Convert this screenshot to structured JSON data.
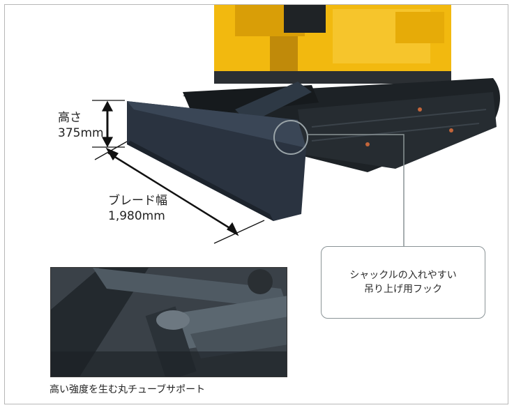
{
  "height_label": {
    "line1": "高さ",
    "line2": "375mm"
  },
  "blade_label": {
    "line1": "ブレード幅",
    "line2": "1,980mm"
  },
  "callout": {
    "line1": "シャックルの入れやすい",
    "line2": "吊り上げ用フック"
  },
  "inset_caption": "高い強度を生む丸チューブサポート",
  "colors": {
    "machine_yellow": "#f2b90f",
    "track_dark": "#1d2226",
    "blade_navy": "#2a3340",
    "callout_border": "#8a9396"
  }
}
